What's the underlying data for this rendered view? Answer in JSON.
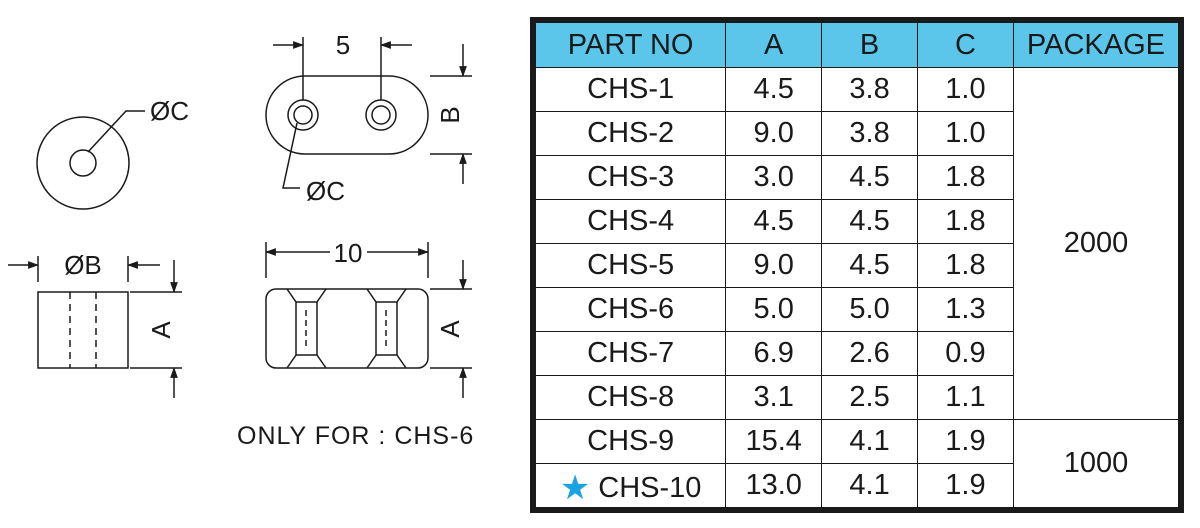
{
  "drawings": {
    "round_dia_c": "ØC",
    "round_dia_b": "ØB",
    "round_height": "A",
    "oval_spacing": "5",
    "oval_height": "B",
    "oval_dia_c": "ØC",
    "oval_length": "10",
    "oval_side_height": "A",
    "note": "ONLY FOR : CHS-6"
  },
  "table": {
    "headers": [
      "PART NO",
      "A",
      "B",
      "C",
      "PACKAGE"
    ],
    "rows": [
      {
        "part": "CHS-1",
        "a": "4.5",
        "b": "3.8",
        "c": "1.0",
        "star": false
      },
      {
        "part": "CHS-2",
        "a": "9.0",
        "b": "3.8",
        "c": "1.0",
        "star": false
      },
      {
        "part": "CHS-3",
        "a": "3.0",
        "b": "4.5",
        "c": "1.8",
        "star": false
      },
      {
        "part": "CHS-4",
        "a": "4.5",
        "b": "4.5",
        "c": "1.8",
        "star": false
      },
      {
        "part": "CHS-5",
        "a": "9.0",
        "b": "4.5",
        "c": "1.8",
        "star": false
      },
      {
        "part": "CHS-6",
        "a": "5.0",
        "b": "5.0",
        "c": "1.3",
        "star": false
      },
      {
        "part": "CHS-7",
        "a": "6.9",
        "b": "2.6",
        "c": "0.9",
        "star": false
      },
      {
        "part": "CHS-8",
        "a": "3.1",
        "b": "2.5",
        "c": "1.1",
        "star": false
      },
      {
        "part": "CHS-9",
        "a": "15.4",
        "b": "4.1",
        "c": "1.9",
        "star": false
      },
      {
        "part": "CHS-10",
        "a": "13.0",
        "b": "4.1",
        "c": "1.9",
        "star": true
      }
    ],
    "packages": [
      "2000",
      "1000"
    ],
    "star_symbol": "★",
    "header_color": "#5bc6ea",
    "star_color": "#1aa3e0"
  }
}
